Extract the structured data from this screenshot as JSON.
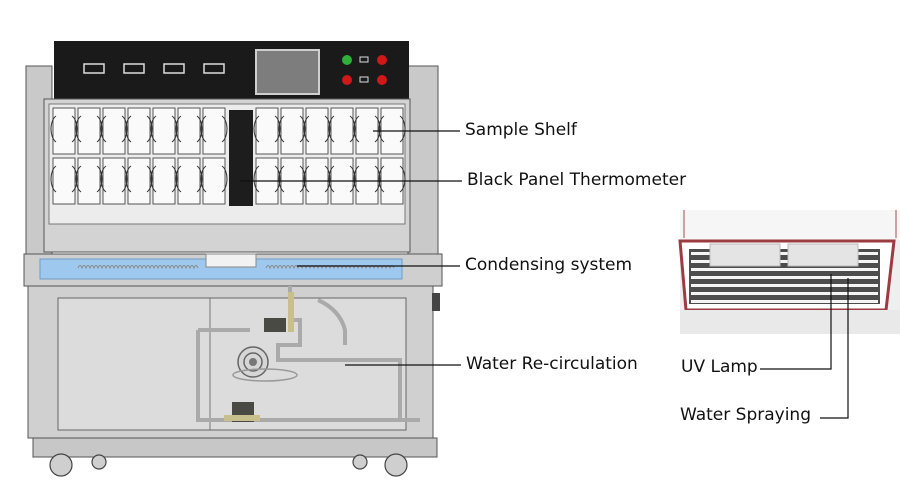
{
  "labels": {
    "sample_shelf": "Sample Shelf",
    "black_panel_thermometer": "Black Panel Thermometer",
    "condensing_system": "Condensing system",
    "water_recirculation": "Water Re-circulation",
    "uv_lamp": "UV Lamp",
    "water_spraying": "Water Spraying"
  },
  "colors": {
    "cabinet": "#d3d3d3",
    "control_panel": "#1a1a1a",
    "screen": "#7d7d7d",
    "water": "#9fc8ee",
    "frame_red": "#9c3b42",
    "indicator_green": "#2fae3c",
    "indicator_red": "#d01818"
  }
}
